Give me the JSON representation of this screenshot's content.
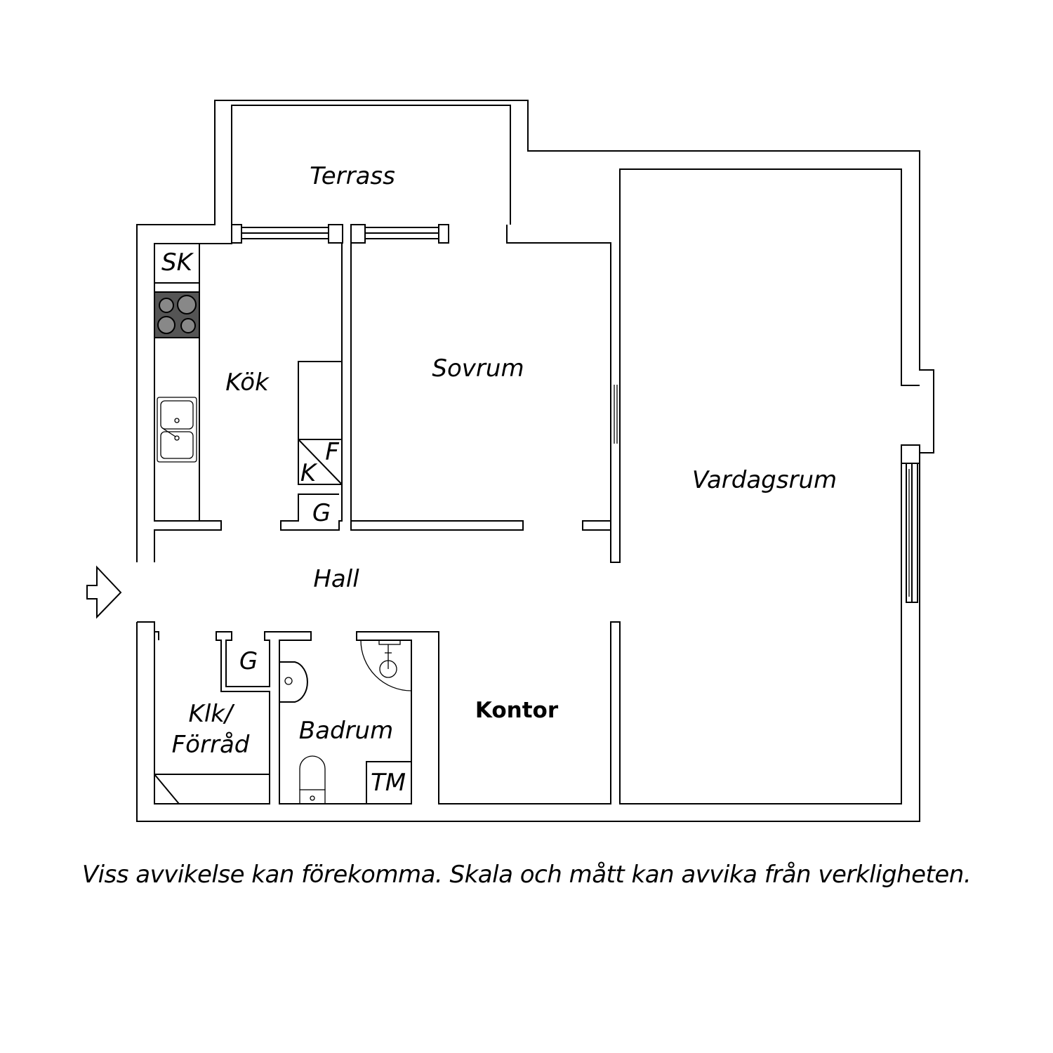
{
  "rooms": {
    "terrace": "Terrass",
    "kitchen": "Kök",
    "bedroom": "Sovrum",
    "living": "Vardagsrum",
    "hall": "Hall",
    "closet_line1": "Klk/",
    "closet_line2": "Förråd",
    "bathroom": "Badrum",
    "office": "Kontor"
  },
  "fixtures": {
    "cabinet": "SK",
    "fridge": "F",
    "freezer": "K",
    "wardrobe_top": "G",
    "wardrobe_bottom": "G",
    "washer": "TM"
  },
  "disclaimer": "Viss avvikelse kan förekomma. Skala och mått kan avvika från verkligheten."
}
